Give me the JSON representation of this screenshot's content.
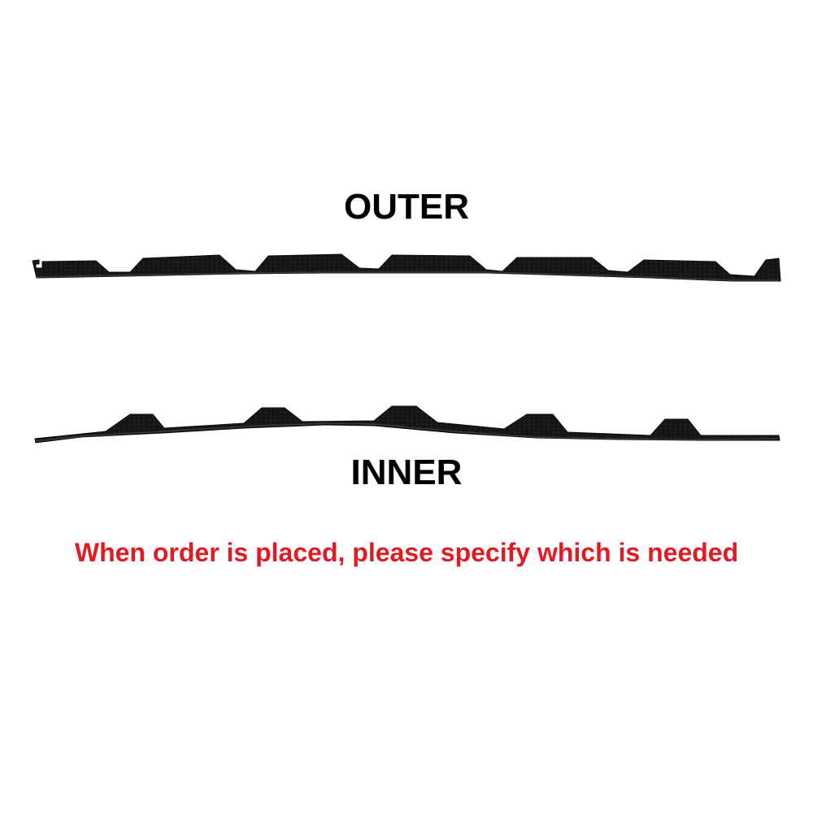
{
  "labels": {
    "outer": "OUTER",
    "inner": "INNER"
  },
  "notice": {
    "text": "When order is placed, please specify which is needed",
    "color": "#e01b24"
  },
  "product": {
    "strip_color": "#151515",
    "edge_color": "#3a3a3a"
  }
}
